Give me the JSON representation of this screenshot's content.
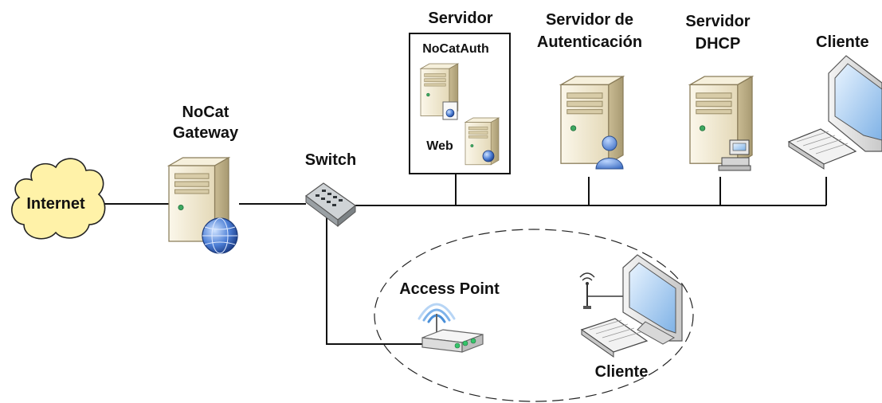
{
  "labels": {
    "internet": "Internet",
    "gateway_line1": "NoCat",
    "gateway_line2": "Gateway",
    "switch": "Switch",
    "servidor": "Servidor",
    "nocatauth": "NoCatAuth",
    "web": "Web",
    "auth_line1": "Servidor de",
    "auth_line2": "Autenticación",
    "dhcp_line1": "Servidor",
    "dhcp_line2": "DHCP",
    "cliente_top": "Cliente",
    "access_point": "Access Point",
    "cliente_wireless": "Cliente"
  },
  "colors": {
    "cloud_fill": "#fff2a8",
    "server_body": "#efe6cc",
    "line": "#111111",
    "ap_led": "#35c46a"
  },
  "icons": [
    "cloud-icon",
    "server-icon",
    "globe-icon",
    "switch-icon",
    "user-icon",
    "printer-icon",
    "monitor-icon",
    "keyboard-icon",
    "router-icon",
    "wifi-icon",
    "antenna-icon"
  ]
}
